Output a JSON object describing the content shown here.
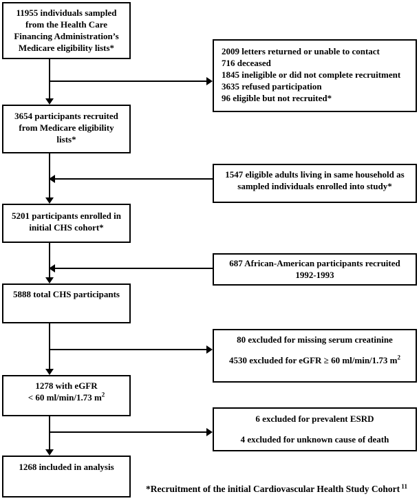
{
  "flowchart": {
    "left_boxes": [
      {
        "id": "sampled",
        "lines": [
          "11955 individuals sampled",
          "from the Health Care",
          "Financing Administration’s",
          "Medicare eligibility lists*"
        ]
      },
      {
        "id": "recruited",
        "lines": [
          "3654 participants recruited",
          "from Medicare eligibility",
          "lists*"
        ]
      },
      {
        "id": "enrolled",
        "lines": [
          "5201 participants enrolled in",
          "initial CHS cohort*"
        ]
      },
      {
        "id": "total",
        "lines": [
          "5888 total CHS participants"
        ]
      },
      {
        "id": "egfr",
        "lines": [
          "1278 with eGFR",
          {
            "text": "< 60 ml/min/1.73 m",
            "sup": "2"
          }
        ]
      },
      {
        "id": "analysis",
        "lines": [
          "1268 included in analysis"
        ]
      }
    ],
    "right_boxes": [
      {
        "id": "not-recruited",
        "arrow_direction": "into-box-right",
        "lines": [
          "2009 letters returned or unable to contact",
          "716 deceased",
          "1845 ineligible or did not complete recruitment",
          "3635 refused participation",
          "96 eligible but not recruited*"
        ]
      },
      {
        "id": "household",
        "arrow_direction": "into-flow-left",
        "lines": [
          "1547 eligible adults living in same household as",
          "sampled individuals enrolled into study*"
        ]
      },
      {
        "id": "african-american",
        "arrow_direction": "into-flow-left",
        "lines": [
          "687 African-American participants recruited",
          "1992-1993"
        ]
      },
      {
        "id": "excluded-egfr",
        "arrow_direction": "into-box-right",
        "lines": [
          "80 excluded for missing serum creatinine",
          {
            "text": "4530 excluded for eGFR ≥ 60 ml/min/1.73 m",
            "sup": "2"
          }
        ]
      },
      {
        "id": "excluded-esrd",
        "arrow_direction": "into-box-right",
        "lines": [
          "6 excluded for prevalent ESRD",
          "4 excluded for unknown cause of death"
        ]
      }
    ],
    "footnote": {
      "text": "*Recruitment of the initial Cardiovascular Health Study Cohort",
      "sup": "11"
    }
  }
}
